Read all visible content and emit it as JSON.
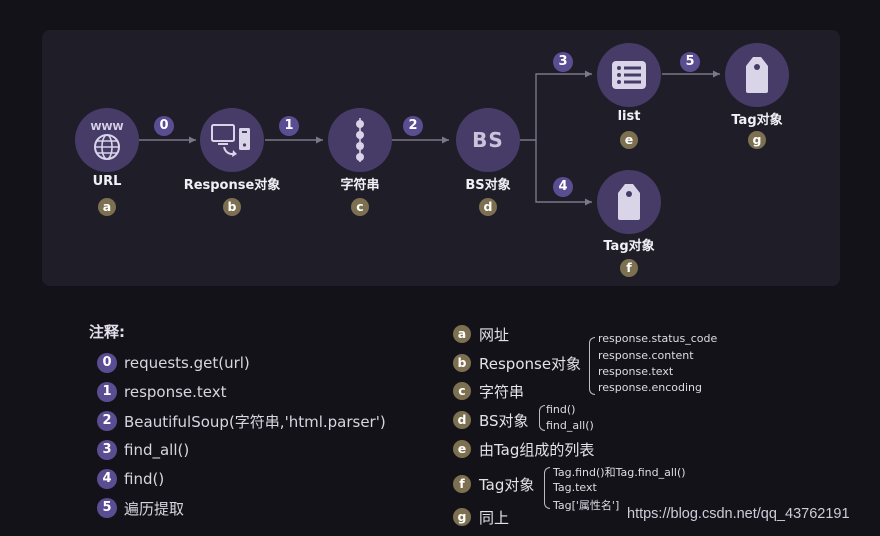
{
  "flow": {
    "nodes": [
      {
        "label": "URL",
        "letter": "a",
        "icon_text": "WWW",
        "icon": "globe-icon"
      },
      {
        "label": "Response对象",
        "letter": "b",
        "icon": "monitor-download-icon"
      },
      {
        "label": "字符串",
        "letter": "c",
        "icon": "string-beads-icon"
      },
      {
        "label": "BS对象",
        "letter": "d",
        "icon_text": "BS"
      },
      {
        "label": "list",
        "letter": "e",
        "icon": "list-icon"
      },
      {
        "label": "Tag对象",
        "letter": "g",
        "icon": "tag-icon"
      },
      {
        "label": "Tag对象",
        "letter": "f",
        "icon": "tag-icon"
      }
    ],
    "edges": [
      {
        "from": "URL",
        "to": "Response对象",
        "step": "0"
      },
      {
        "from": "Response对象",
        "to": "字符串",
        "step": "1"
      },
      {
        "from": "字符串",
        "to": "BS对象",
        "step": "2"
      },
      {
        "from": "BS对象",
        "to": "list",
        "step": "3"
      },
      {
        "from": "BS对象",
        "to": "Tag对象",
        "step": "4"
      },
      {
        "from": "list",
        "to": "Tag对象",
        "step": "5"
      }
    ]
  },
  "notes": {
    "title": "注释:",
    "items": [
      {
        "num": "0",
        "text": "requests.get(url)"
      },
      {
        "num": "1",
        "text": "response.text"
      },
      {
        "num": "2",
        "text": "BeautifulSoup(字符串,'html.parser')"
      },
      {
        "num": "3",
        "text": "find_all()"
      },
      {
        "num": "4",
        "text": "find()"
      },
      {
        "num": "5",
        "text": "遍历提取"
      }
    ]
  },
  "legend": {
    "items": [
      {
        "letter": "a",
        "text": "网址"
      },
      {
        "letter": "b",
        "text": "Response对象",
        "subs": [
          "response.status_code",
          "response.content",
          "response.text",
          "response.encoding"
        ]
      },
      {
        "letter": "c",
        "text": "字符串"
      },
      {
        "letter": "d",
        "text": "BS对象",
        "subs": [
          "find()",
          "find_all()"
        ]
      },
      {
        "letter": "e",
        "text": "由Tag组成的列表"
      },
      {
        "letter": "f",
        "text": "Tag对象",
        "subs": [
          "Tag.find()和Tag.find_all()",
          "Tag.text",
          "Tag['属性名']"
        ]
      },
      {
        "letter": "g",
        "text": "同上"
      }
    ]
  },
  "watermark": "https://blog.csdn.net/qq_43762191",
  "colors": {
    "background": "#141219",
    "panel": "#1f1d28",
    "node_fill": "#473c68",
    "step_badge": "#5b4d92",
    "letter_badge": "#7d7050",
    "arrow": "#7a7788"
  }
}
